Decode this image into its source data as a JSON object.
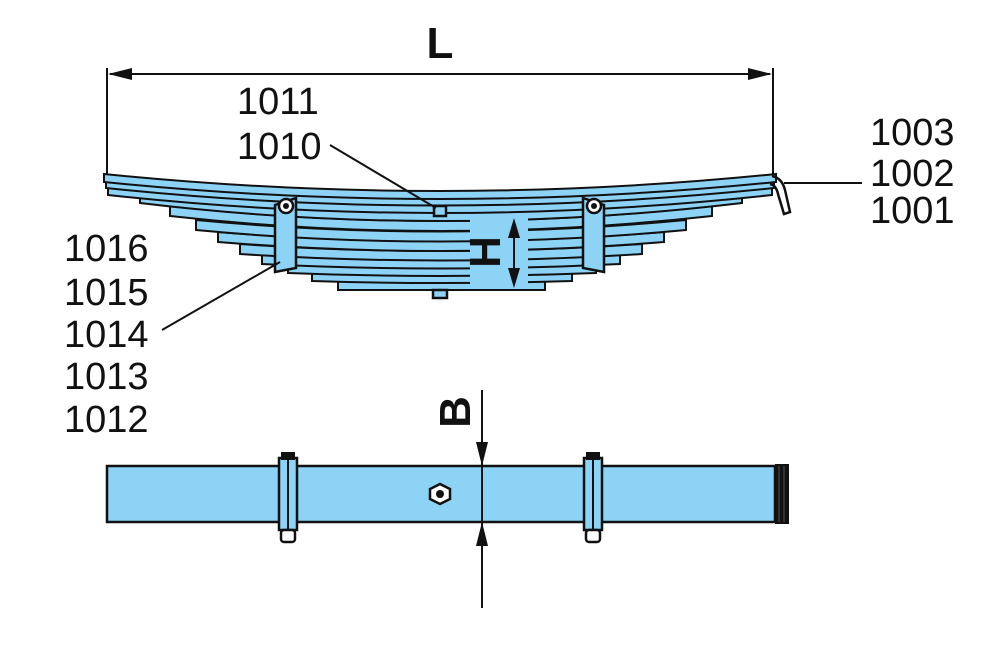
{
  "diagram": {
    "dimension_labels": {
      "length": "L",
      "height": "H",
      "width": "B"
    },
    "part_numbers_top_left": [
      "1011",
      "1010"
    ],
    "part_numbers_right": [
      "1003",
      "1002",
      "1001"
    ],
    "part_numbers_left": [
      "1016",
      "1015",
      "1014",
      "1013",
      "1012"
    ],
    "colors": {
      "leaf_fill": "#8dd3f5",
      "line": "#111111",
      "background": "#ffffff"
    }
  }
}
